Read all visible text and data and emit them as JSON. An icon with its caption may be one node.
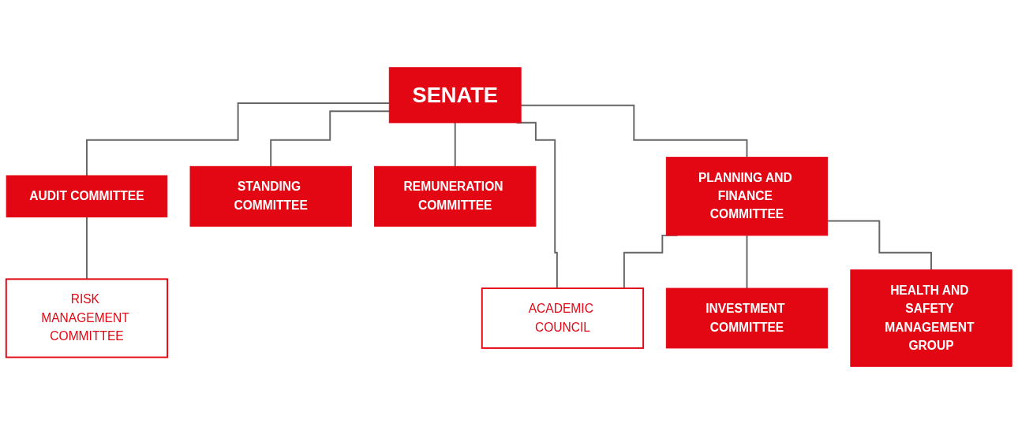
{
  "diagram": {
    "nodes": [
      {
        "text": [
          "SENATE"
        ]
      },
      {
        "text": [
          "AUDIT COMMITTEE"
        ]
      },
      {
        "text": [
          "STANDING COMMITTEE"
        ]
      },
      {
        "text": [
          "REMUNERATION COMMITTEE"
        ]
      },
      {
        "text": [
          "PLANNING AND FINANCE COMMITTEE"
        ]
      },
      {
        "text": [
          "ACADEMIC COUNCIL"
        ]
      },
      {
        "text": [
          "RISK MANAGEMENT COMMITTEE"
        ]
      },
      {
        "text": [
          "INVESTMENT COMMITTEE"
        ]
      },
      {
        "text": [
          "HEALTH AND SAFETY MANAGEMENT GROUP"
        ]
      }
    ],
    "edges": [
      {
        "from": 0,
        "to": 1,
        "arrow": "none"
      },
      {
        "from": 0,
        "to": 2,
        "arrow": "none"
      },
      {
        "from": 0,
        "to": 3,
        "arrow": "none"
      },
      {
        "from": 0,
        "to": 4,
        "arrow": "none"
      },
      {
        "from": 0,
        "to": 5,
        "arrow": "none"
      },
      {
        "from": 4,
        "to": 5,
        "arrow": "none"
      },
      {
        "from": 1,
        "to": 6,
        "arrow": "none"
      },
      {
        "from": 4,
        "to": 7,
        "arrow": "none"
      },
      {
        "from": 4,
        "to": 8,
        "arrow": "none"
      }
    ]
  }
}
